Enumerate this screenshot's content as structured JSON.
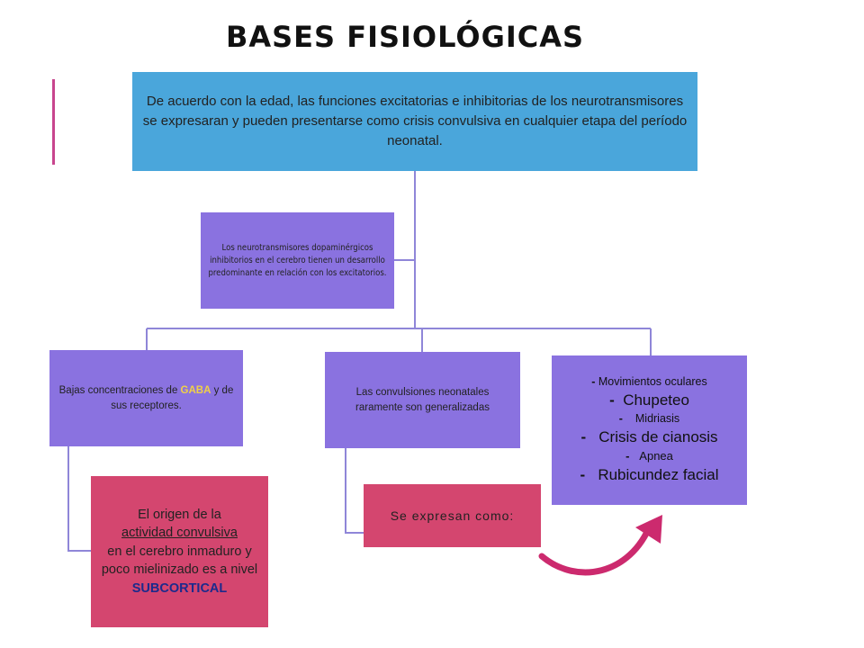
{
  "title": "BASES FISIOLÓGICAS",
  "colors": {
    "blue": "#4aa6db",
    "purple": "#8a72e0",
    "pink": "#d4466f",
    "line": "#8f86d8",
    "accent": "#c8468e",
    "arrow": "#cc2a6e"
  },
  "root": {
    "text": "De acuerdo con la edad, las funciones excitatorias e inhibitorias de los neurotransmisores se expresaran y pueden presentarse como crisis convulsiva en cualquier etapa del período neonatal."
  },
  "note": {
    "text": "Los neurotransmisores dopaminérgicos inhibitorios en el cerebro tienen un desarrollo predominante en relación con los excitatorios."
  },
  "child1": {
    "prefix": "Bajas concentraciones de ",
    "highlight": "GABA",
    "suffix": " y de sus receptores."
  },
  "child2": {
    "text": "Las convulsiones neonatales raramente son generalizadas"
  },
  "child3": {
    "items": [
      {
        "dash": "-",
        "text": " Movimientos oculares"
      },
      {
        "dash": "-",
        "text": "Chupeteo"
      },
      {
        "dash": "-",
        "text": "Midriasis"
      },
      {
        "dash": "-",
        "text": "Crisis de cianosis"
      },
      {
        "dash": "-",
        "text": "Apnea"
      },
      {
        "dash": "-",
        "text": "Rubicundez facial"
      }
    ]
  },
  "sub1": {
    "line1": "El origen de la",
    "underlined": "actividad convulsiva",
    "line3": "en el cerebro inmaduro y poco mielinizado es a nivel",
    "bold": "SUBCORTICAL"
  },
  "sub2": {
    "text": "Se expresan como:"
  }
}
